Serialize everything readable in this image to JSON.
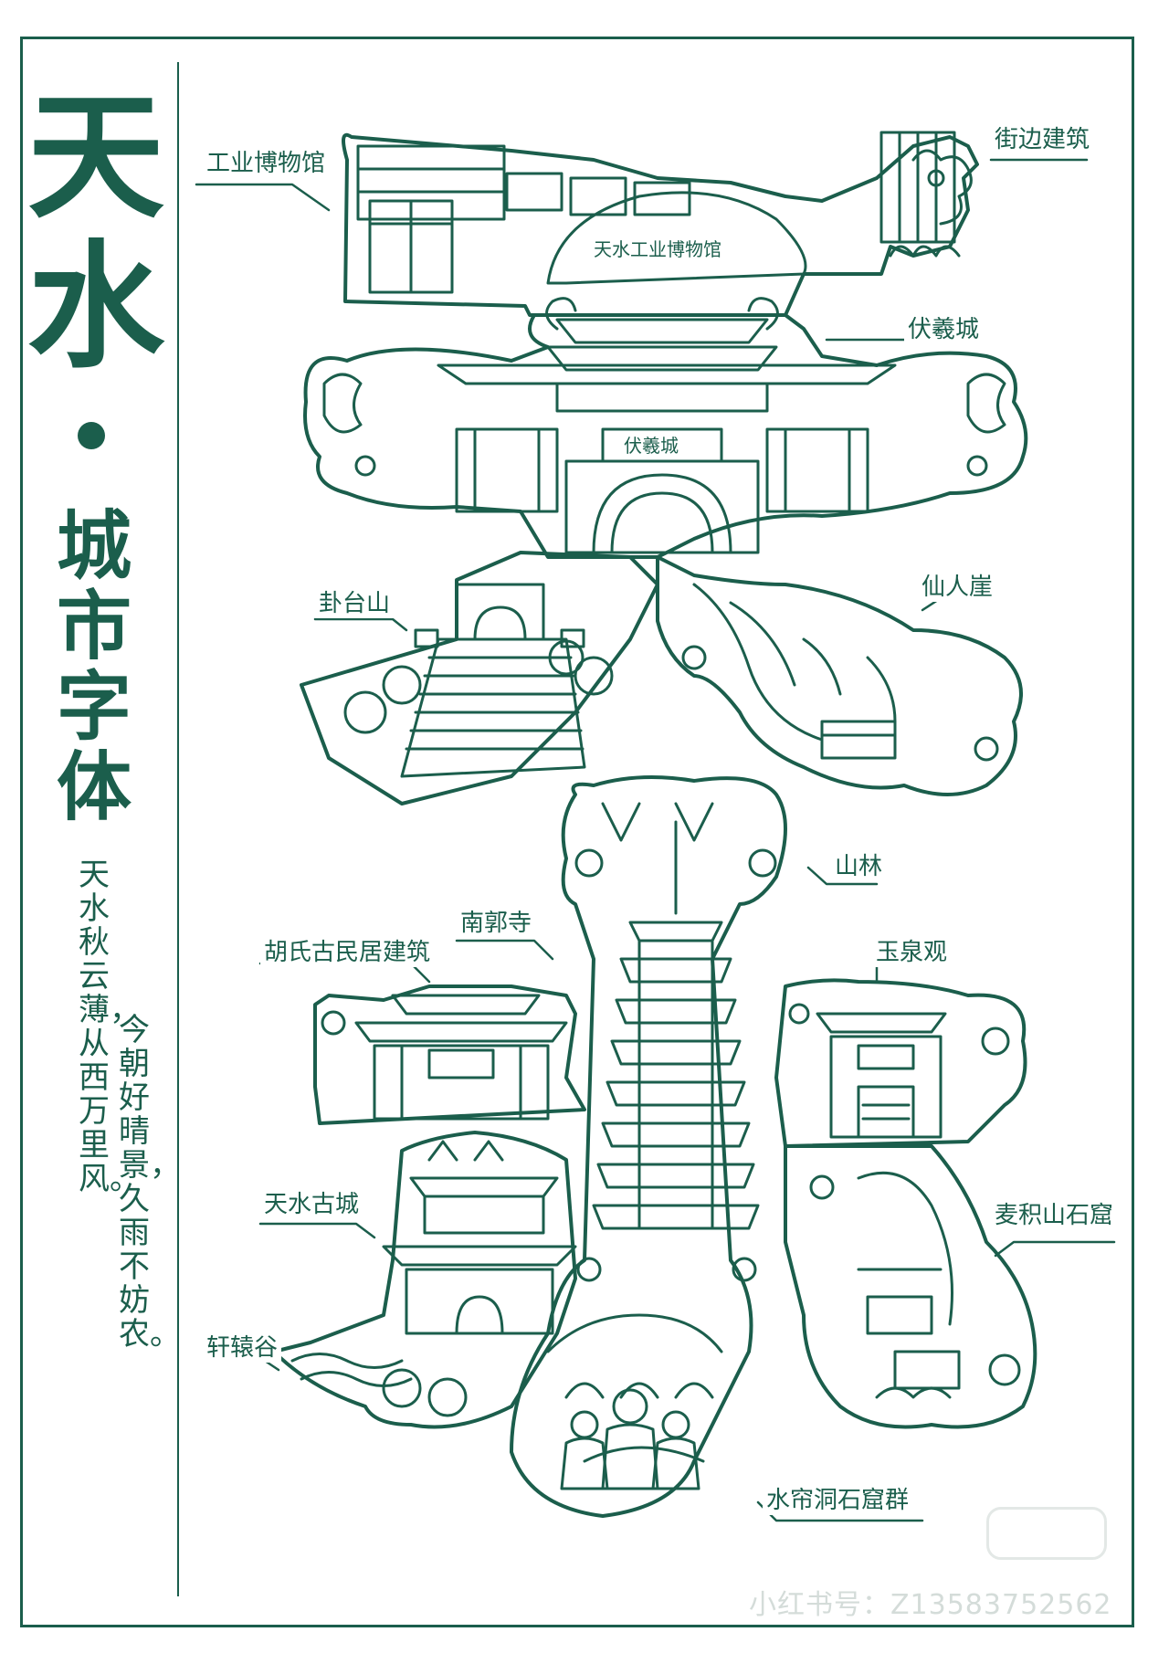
{
  "title": {
    "char1": "天",
    "char2": "水",
    "subtitle": "城市字体"
  },
  "poem": {
    "line1": "天水秋云薄，从西万里风。",
    "line2": "今朝好晴景，久雨不妨农。"
  },
  "labels": {
    "industrial_museum": "工业博物馆",
    "street_buildings": "街边建筑",
    "fuxi_city": "伏羲城",
    "guatai_mountain": "卦台山",
    "xianren_cliff": "仙人崖",
    "mountain_forest": "山林",
    "nanguo_temple": "南郭寺",
    "hu_residence": "胡氏古民居建筑",
    "yuquan_temple": "玉泉观",
    "tianshui_old_city": "天水古城",
    "maijishan_grottoes": "麦积山石窟",
    "xuanyuan_valley": "轩辕谷",
    "shuiliandong_grottoes": "水帘洞石窟群"
  },
  "signs": {
    "museum_sign": "天水工业博物馆",
    "fuxi_sign": "伏羲城"
  },
  "watermark": "小红书号：Z13583752562",
  "colors": {
    "primary": "#1b5e4c",
    "background": "#ffffff"
  }
}
